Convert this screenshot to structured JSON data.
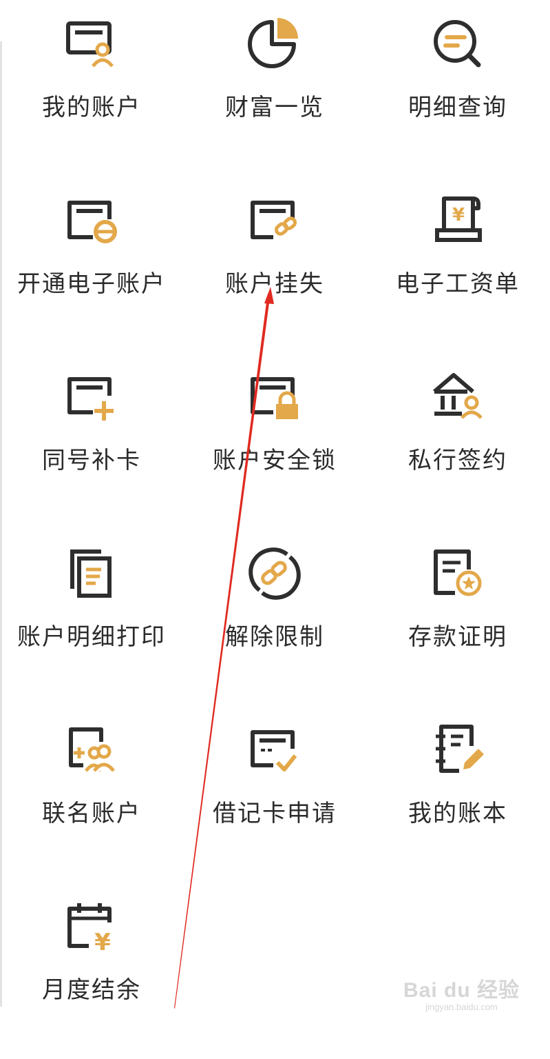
{
  "colors": {
    "dark": "#2e2e2e",
    "accent": "#e3a84a",
    "arrow": "#e02a20"
  },
  "menu": {
    "items": [
      {
        "label": "我的账户",
        "icon": "card-user-icon"
      },
      {
        "label": "财富一览",
        "icon": "pie-chart-icon"
      },
      {
        "label": "明细查询",
        "icon": "search-list-icon"
      },
      {
        "label": "开通电子账户",
        "icon": "card-e-icon"
      },
      {
        "label": "账户挂失",
        "icon": "card-broken-link-icon"
      },
      {
        "label": "电子工资单",
        "icon": "salary-scroll-icon"
      },
      {
        "label": "同号补卡",
        "icon": "card-plus-icon"
      },
      {
        "label": "账户安全锁",
        "icon": "card-lock-icon"
      },
      {
        "label": "私行签约",
        "icon": "bank-user-icon"
      },
      {
        "label": "账户明细打印",
        "icon": "document-copy-icon"
      },
      {
        "label": "解除限制",
        "icon": "unlink-circle-icon"
      },
      {
        "label": "存款证明",
        "icon": "certificate-icon"
      },
      {
        "label": "联名账户",
        "icon": "joint-account-icon"
      },
      {
        "label": "借记卡申请",
        "icon": "card-check-icon"
      },
      {
        "label": "我的账本",
        "icon": "ledger-pencil-icon"
      },
      {
        "label": "月度结余",
        "icon": "calendar-yen-icon"
      }
    ]
  },
  "watermark": {
    "brand": "Bai du 经验",
    "url": "jingyan.baidu.com"
  }
}
